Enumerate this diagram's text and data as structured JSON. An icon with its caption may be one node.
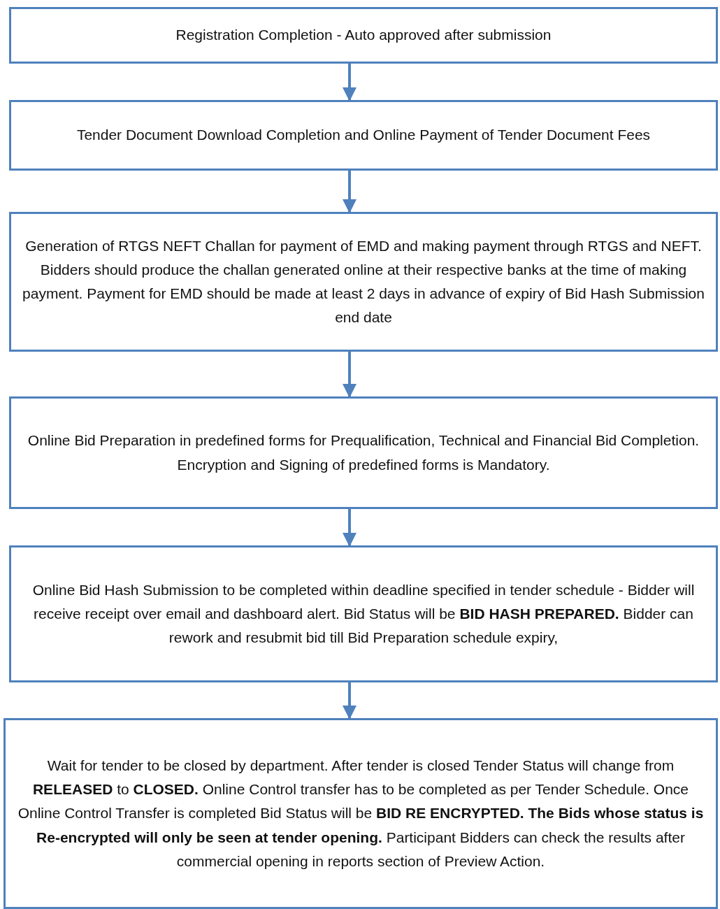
{
  "diagram": {
    "nodes": [
      {
        "text": [
          "Registration Completion - Auto approved after submission"
        ]
      },
      {
        "text": [
          "Tender Document Download Completion and Online Payment of Tender Document Fees"
        ]
      },
      {
        "text": [
          "Generation of RTGS NEFT Challan for payment of EMD and making payment through RTGS and NEFT. Bidders should produce the challan generated online at their respective banks at the time of making payment. Payment for EMD should be made at least 2 days in advance of expiry of Bid Hash Submission end date"
        ]
      },
      {
        "text": [
          "Online Bid Preparation in predefined forms for Prequalification, Technical and Financial Bid Completion. Encryption and Signing of predefined forms is Mandatory."
        ]
      },
      {
        "text": [
          "Online Bid Hash Submission to be completed within deadline specified in tender schedule - Bidder will receive receipt over email and dashboard alert. Bid Status will be **BID HASH PREPARED.** Bidder can rework and resubmit bid till Bid Preparation schedule expiry,"
        ]
      },
      {
        "text": [
          "Wait for tender to be closed by department. After tender is closed Tender Status will change from **RELEASED** to **CLOSED.** Online Control transfer has to be completed as per Tender Schedule. Once Online Control Transfer is completed Bid Status will be **BID RE ENCRYPTED. The Bids whose status is Re-encrypted will only be seen at tender opening.** Participant Bidders can check the results after commercial opening in reports section of Preview Action."
        ]
      }
    ],
    "edges": [
      {
        "from": 0,
        "to": 1,
        "arrow": "to"
      },
      {
        "from": 1,
        "to": 2,
        "arrow": "to"
      },
      {
        "from": 2,
        "to": 3,
        "arrow": "to"
      },
      {
        "from": 3,
        "to": 4,
        "arrow": "to"
      },
      {
        "from": 4,
        "to": 5,
        "arrow": "to"
      }
    ]
  }
}
